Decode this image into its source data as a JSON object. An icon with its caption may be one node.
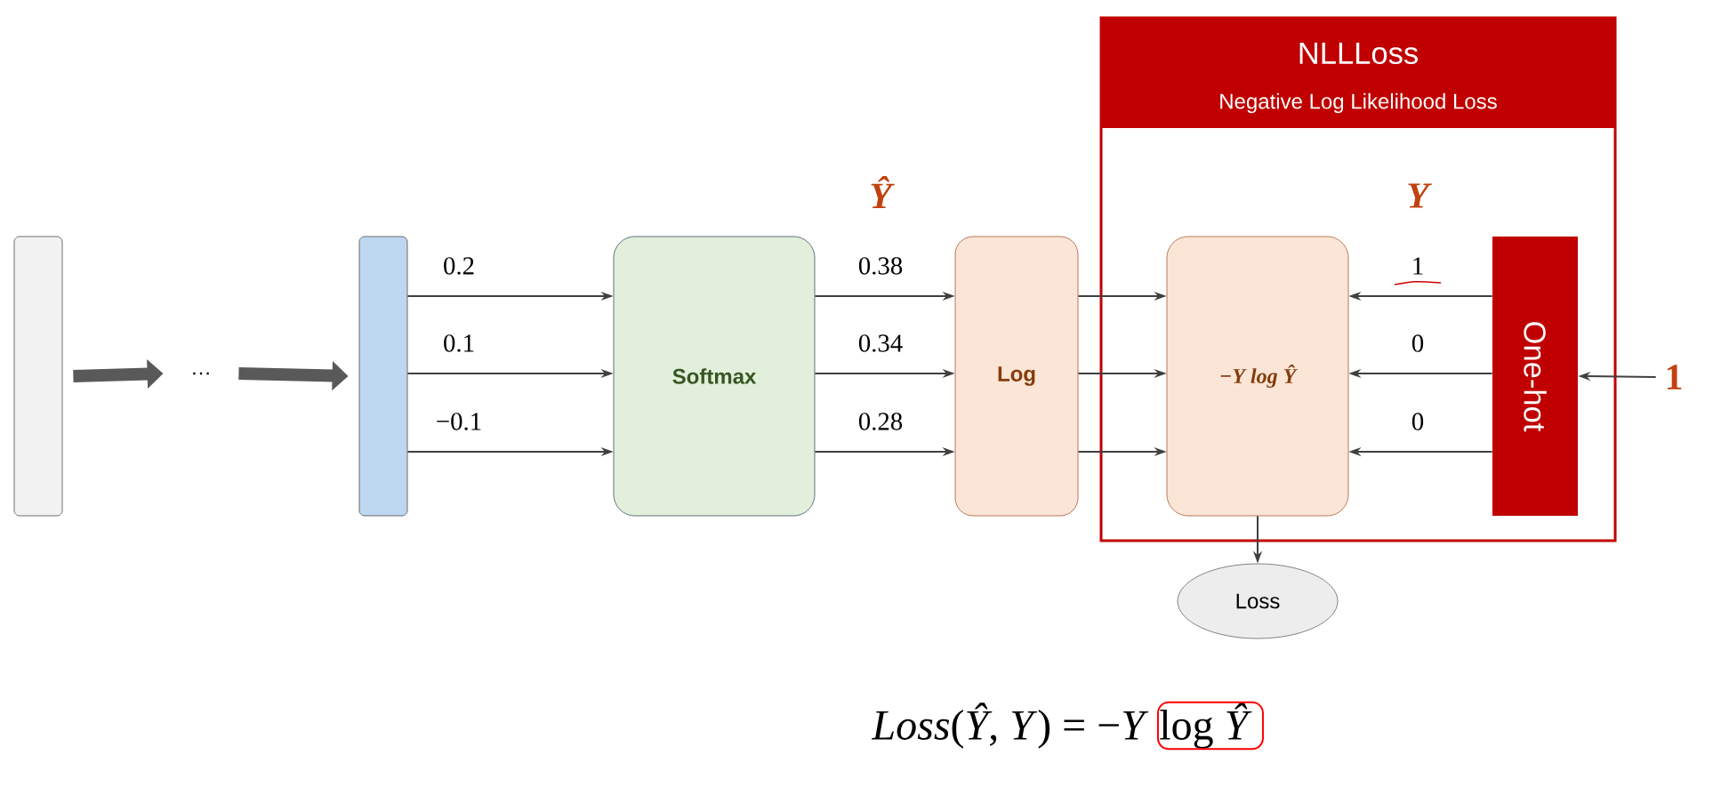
{
  "diagram": {
    "nodes": [
      {
        "text": [],
        "shape": "bar"
      },
      {
        "text": [
          "…"
        ]
      },
      {
        "text": [],
        "shape": "bar"
      },
      {
        "text": [
          "Softmax"
        ]
      },
      {
        "text": [
          "Log"
        ]
      },
      {
        "text": [
          "NLLLoss",
          "Negative Log Likelihood Loss"
        ]
      },
      {
        "text": [
          "−Y log Ŷ"
        ],
        "in": 5
      },
      {
        "text": [
          "One-hot"
        ],
        "in": 5
      },
      {
        "text": [
          "1"
        ]
      },
      {
        "text": [
          "Loss"
        ]
      }
    ],
    "edges": [
      {
        "from": 0,
        "to": 1,
        "arrow": "to",
        "style": "thick"
      },
      {
        "from": 1,
        "to": 2,
        "arrow": "to",
        "style": "thick"
      },
      {
        "from": 2,
        "to": 3,
        "arrow": "to",
        "label": "0.2"
      },
      {
        "from": 2,
        "to": 3,
        "arrow": "to",
        "label": "0.1"
      },
      {
        "from": 2,
        "to": 3,
        "arrow": "to",
        "label": "−0.1"
      },
      {
        "from": 3,
        "to": 4,
        "arrow": "to",
        "label": "0.38"
      },
      {
        "from": 3,
        "to": 4,
        "arrow": "to",
        "label": "0.34"
      },
      {
        "from": 3,
        "to": 4,
        "arrow": "to",
        "label": "0.28"
      },
      {
        "from": 4,
        "to": 6,
        "arrow": "to"
      },
      {
        "from": 4,
        "to": 6,
        "arrow": "to"
      },
      {
        "from": 4,
        "to": 6,
        "arrow": "to"
      },
      {
        "from": 7,
        "to": 6,
        "arrow": "to",
        "label": "1"
      },
      {
        "from": 7,
        "to": 6,
        "arrow": "to",
        "label": "0"
      },
      {
        "from": 7,
        "to": 6,
        "arrow": "to",
        "label": "0"
      },
      {
        "from": 8,
        "to": 7,
        "arrow": "to"
      },
      {
        "from": 6,
        "to": 9,
        "arrow": "to"
      }
    ],
    "labels": [
      "Ŷ",
      "Y",
      "*Loss*(*Ŷ*, *Y*) = −*Y* log *Ŷ*"
    ]
  }
}
